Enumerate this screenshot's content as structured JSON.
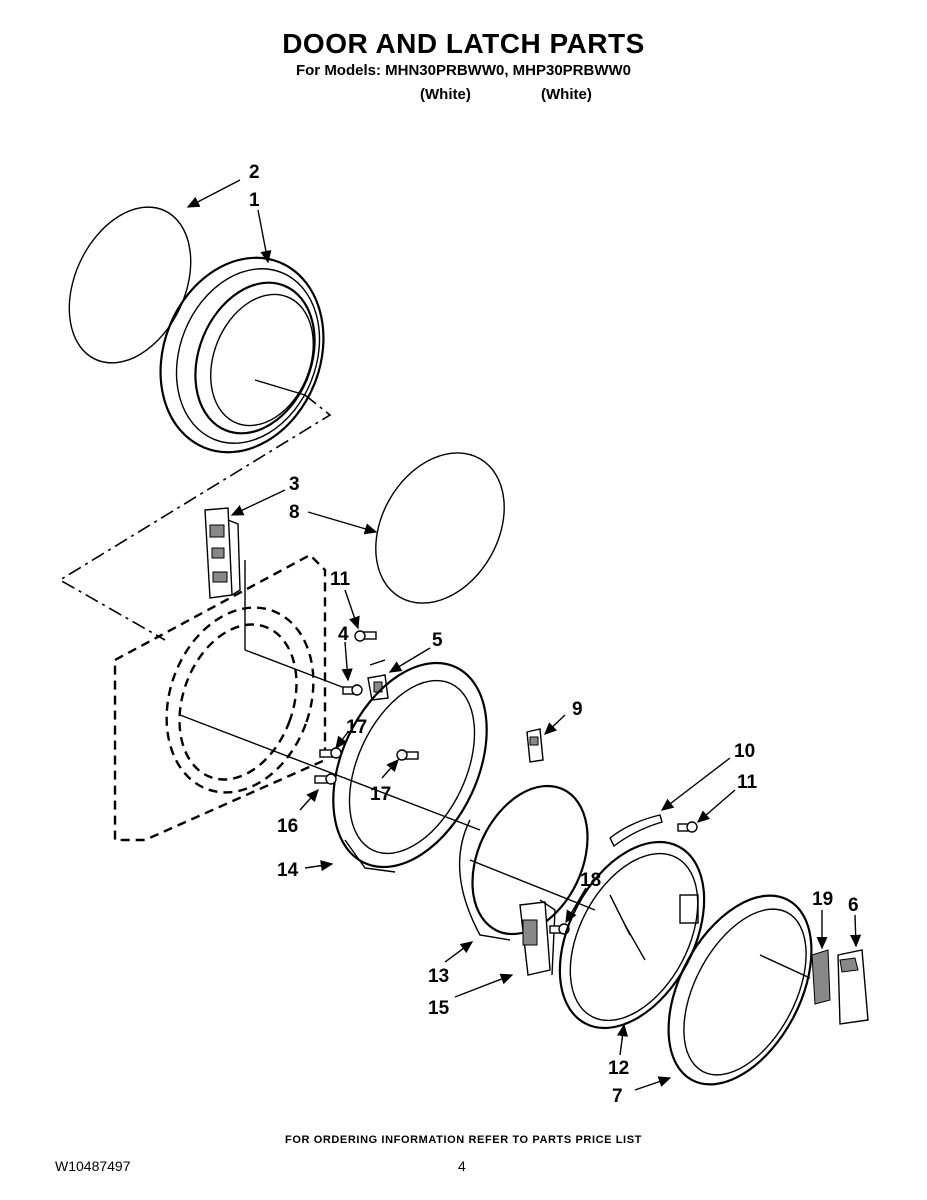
{
  "header": {
    "title": "DOOR AND LATCH PARTS",
    "models": "For Models: MHN30PRBWW0, MHP30PRBWW0",
    "color_1": "(White)",
    "color_2": "(White)"
  },
  "footer": {
    "ordering_note": "FOR ORDERING INFORMATION REFER TO PARTS PRICE LIST",
    "doc_number": "W10487497",
    "page_number": "4"
  },
  "callouts": {
    "c1": "1",
    "c2": "2",
    "c3": "3",
    "c4": "4",
    "c5": "5",
    "c6": "6",
    "c7": "7",
    "c8": "8",
    "c9": "9",
    "c10": "10",
    "c11a": "11",
    "c11b": "11",
    "c12": "12",
    "c13": "13",
    "c14": "14",
    "c15": "15",
    "c16": "16",
    "c17a": "17",
    "c17b": "17",
    "c18": "18",
    "c19": "19"
  }
}
